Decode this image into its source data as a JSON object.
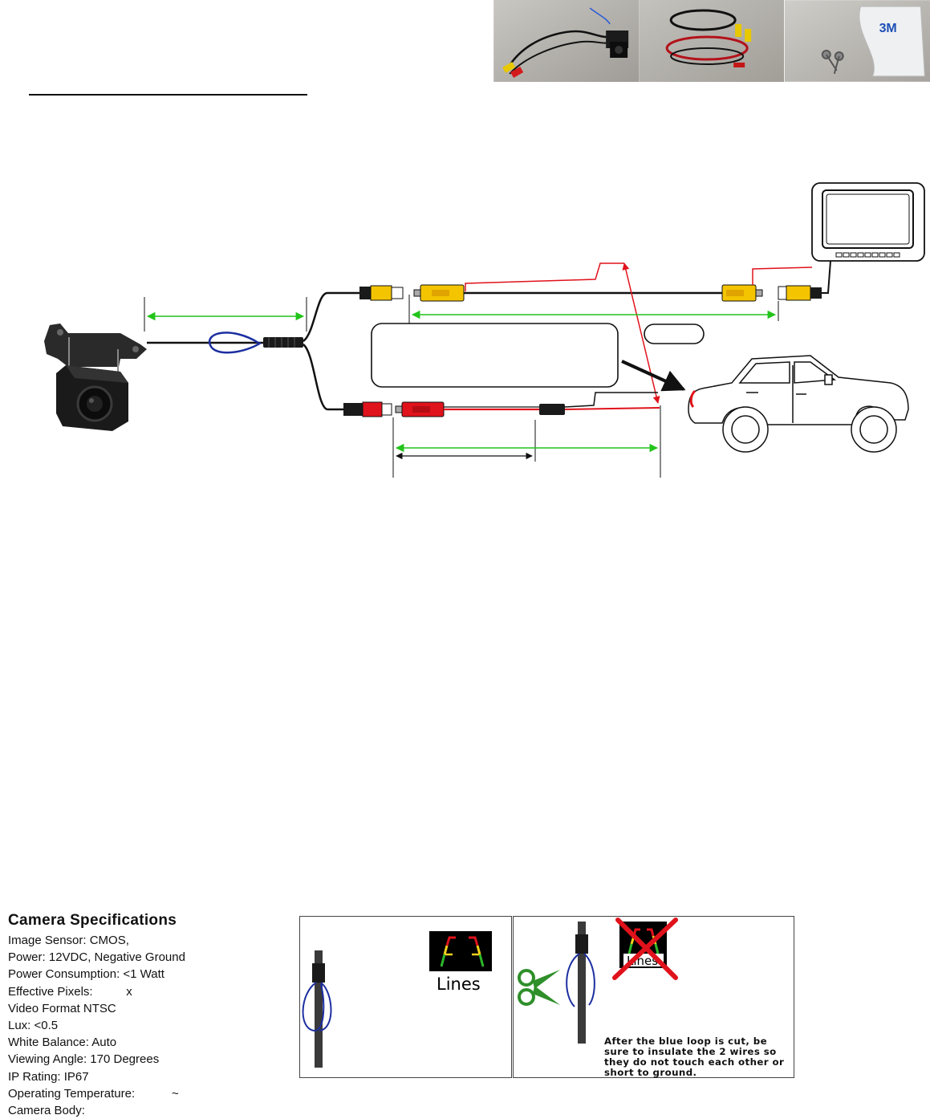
{
  "photos": [
    {
      "name": "camera-with-rca-cable"
    },
    {
      "name": "power-and-video-cables"
    },
    {
      "name": "3m-adhesive-pad-and-screws",
      "printed_text": "3M"
    }
  ],
  "specs": {
    "title": "Camera Specifications",
    "rows": [
      "Image Sensor: CMOS,",
      "Power: 12VDC, Negative Ground",
      "Power Consumption: <1 Watt",
      "Effective Pixels:          x",
      "Video Format NTSC",
      "Lux: <0.5",
      "White Balance: Auto",
      "Viewing Angle: 170 Degrees",
      "IP Rating: IP67",
      "Operating Temperature:           ~",
      "Camera Body:"
    ]
  },
  "guideline_panels": {
    "lines_on": "Lines",
    "lines_off": "Lines",
    "note": "After the blue loop is cut, be sure to insulate the 2 wires so they do not touch each other or short to ground."
  },
  "colors": {
    "video_connector": "#f4c400",
    "power_connector": "#e0121b",
    "loop_wire": "#1c2fa0",
    "dimension_arrow": "#22c41a",
    "scissors": "#2f8f2a",
    "cross_out": "#e0121b"
  }
}
